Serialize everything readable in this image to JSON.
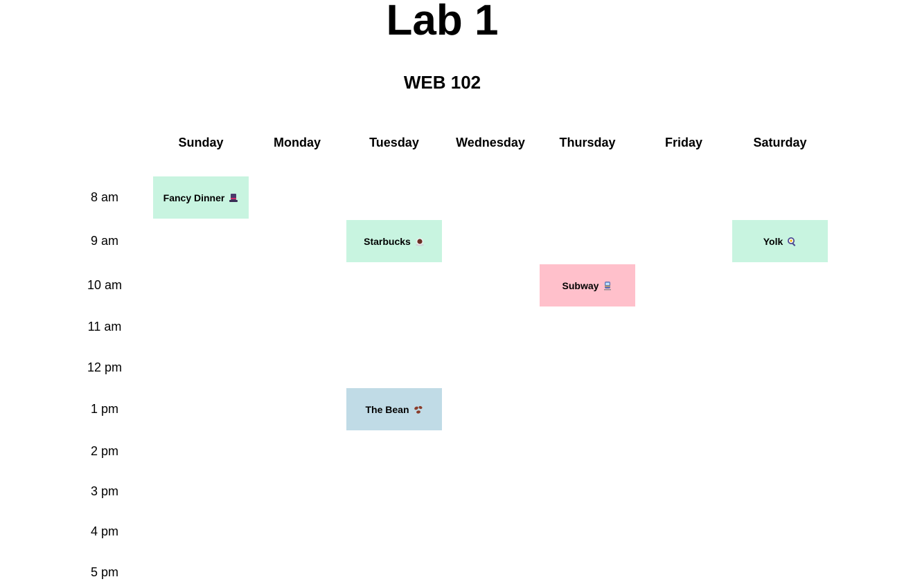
{
  "page": {
    "title": "Lab 1",
    "subtitle": "WEB 102"
  },
  "days": [
    "Sunday",
    "Monday",
    "Tuesday",
    "Wednesday",
    "Thursday",
    "Friday",
    "Saturday"
  ],
  "times": [
    "8 am",
    "9 am",
    "10 am",
    "11 am",
    "12 pm",
    "1 pm",
    "2 pm",
    "3 pm",
    "4 pm",
    "5 pm"
  ],
  "events": [
    {
      "label": "Fancy Dinner",
      "day": "Sunday",
      "time": "8 am",
      "icon": "top-hat-icon",
      "color": "#c8f4e0"
    },
    {
      "label": "Starbucks",
      "day": "Tuesday",
      "time": "9 am",
      "icon": "coffee-cup-icon",
      "color": "#c8f4e0"
    },
    {
      "label": "Yolk",
      "day": "Saturday",
      "time": "9 am",
      "icon": "frying-pan-icon",
      "color": "#c8f4e0"
    },
    {
      "label": "Subway",
      "day": "Thursday",
      "time": "10 am",
      "icon": "tram-icon",
      "color": "#ffc0cb"
    },
    {
      "label": "The Bean",
      "day": "Tuesday",
      "time": "1 pm",
      "icon": "coffee-beans-icon",
      "color": "#c0dbe6"
    }
  ]
}
